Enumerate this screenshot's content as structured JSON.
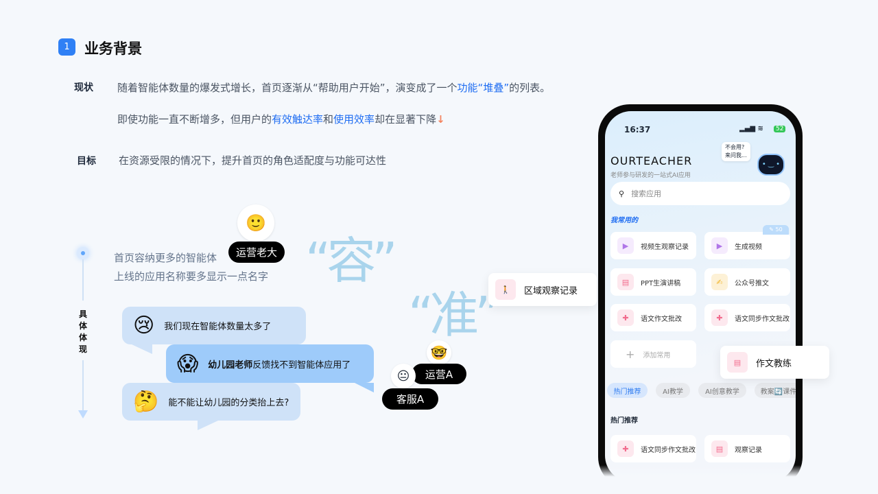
{
  "section": {
    "number": "1",
    "title": "业务背景"
  },
  "status": {
    "label": "现状",
    "line1_a": "随着智能体数量的爆发式增长，首页逐渐从“帮助用户开始”，演变成了一个",
    "line1_hl": "功能“堆叠”",
    "line1_b": "的列表。",
    "line2_a": "即使功能一直不断增多，但用户的",
    "line2_hl1": "有效触达率",
    "line2_mid": "和",
    "line2_hl2": "使用效率",
    "line2_b": "却在显著下降"
  },
  "goal": {
    "label": "目标",
    "text": "在资源受限的情况下，提升首页的角色适配度与功能可达性"
  },
  "timeline": {
    "label": "具体体现"
  },
  "requirements": {
    "line1": "首页容纳更多的智能体",
    "line2": "上线的应用名称要多显示一点名字"
  },
  "personas": {
    "boss": "运营老大",
    "ops": "运营A",
    "cs": "客服A"
  },
  "keywords": {
    "rong": "“容”",
    "zhun": "“准”"
  },
  "bubbles": [
    {
      "emoji": "😢",
      "text": "我们现在智能体数量太多了"
    },
    {
      "emoji": "😱",
      "bold": "幼儿园老师",
      "text": "反馈找不到智能体应用了"
    },
    {
      "emoji": "🤔",
      "text": "能不能让幼儿园的分类抬上去?"
    }
  ],
  "phone": {
    "time": "16:37",
    "battery": "52",
    "brand": "OURTEACHER",
    "tagline": "老师参与研发的一站式AI应用",
    "assistant_bubble": [
      "不会用?",
      "来问我..."
    ],
    "search_placeholder": "搜索应用",
    "frequent_title": "我常用的",
    "edit_badge": "✎ 50",
    "frequent": [
      "视频生观察记录",
      "生成视频",
      "PPT生演讲稿",
      "公众号推文",
      "语文作文批改",
      "语文同步作文批改"
    ],
    "add_label": "添加常用",
    "tabs": [
      "热门推荐",
      "AI教学",
      "AI创意教学",
      "教案🔄课件"
    ],
    "hot_title": "热门推荐",
    "hot": [
      "语文同步作文批改",
      "观察记录"
    ]
  },
  "floating": {
    "region": "区域观察记录",
    "essay": "作文教练"
  },
  "colors": {
    "accent": "#1f6df2",
    "keyword": "#a9d4ec",
    "bubble_light": "#cfe2f8",
    "bubble_mid": "#9ecbfa"
  }
}
